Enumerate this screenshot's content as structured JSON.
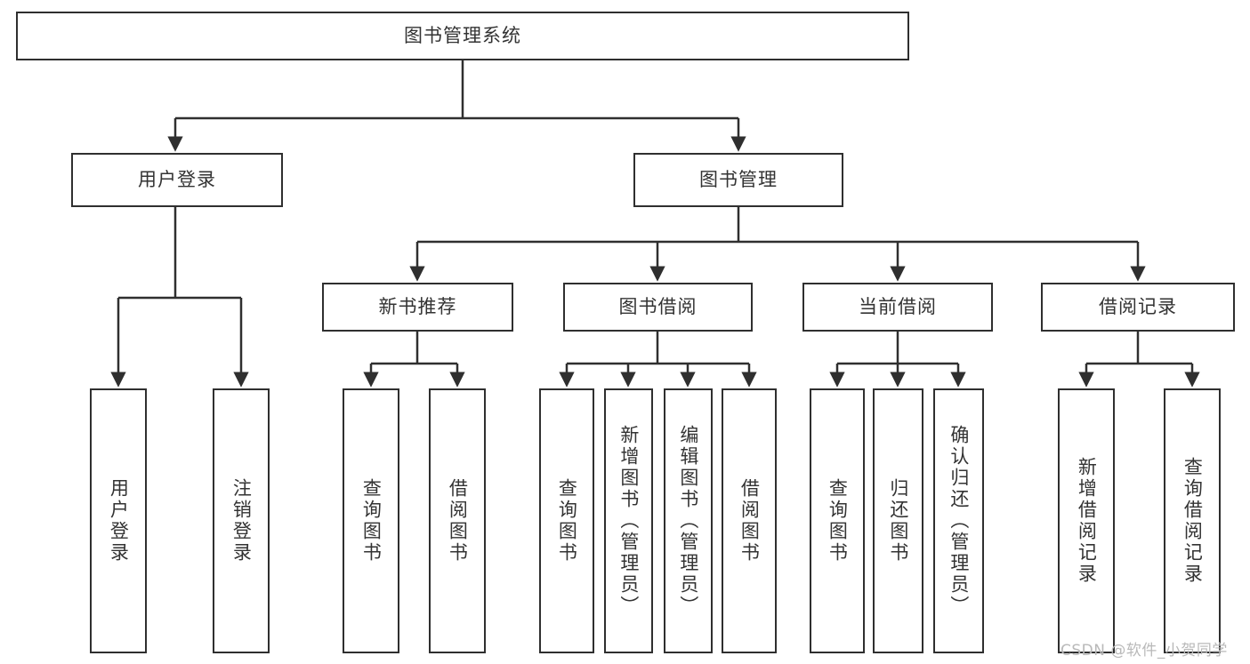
{
  "diagram": {
    "type": "tree-hierarchy-diagram",
    "title": "图书管理系统",
    "stroke_color": "#2f2f2f",
    "text_color": "#333333",
    "background": "#ffffff",
    "levels": {
      "level1": {
        "root": {
          "label": "图书管理系统"
        }
      },
      "level2": [
        {
          "label": "用户登录"
        },
        {
          "label": "图书管理"
        }
      ],
      "level3": [
        {
          "label": "新书推荐"
        },
        {
          "label": "图书借阅"
        },
        {
          "label": "当前借阅"
        },
        {
          "label": "借阅记录"
        }
      ],
      "level4": {
        "user_login_children": [
          {
            "label": "用户登录"
          },
          {
            "label": "注销登录"
          }
        ],
        "new_book_children": [
          {
            "label": "查询图书"
          },
          {
            "label": "借阅图书"
          }
        ],
        "borrow_book_children": [
          {
            "label": "查询图书"
          },
          {
            "label": "新增图书（管理员）"
          },
          {
            "label": "编辑图书（管理员）"
          },
          {
            "label": "借阅图书"
          }
        ],
        "current_borrow_children": [
          {
            "label": "查询图书"
          },
          {
            "label": "归还图书"
          },
          {
            "label": "确认归还（管理员）"
          }
        ],
        "borrow_record_children": [
          {
            "label": "新增借阅记录"
          },
          {
            "label": "查询借阅记录"
          }
        ]
      }
    }
  },
  "watermark": {
    "text": "CSDN @软件_小贺同学",
    "color": "#b9b9b9"
  }
}
